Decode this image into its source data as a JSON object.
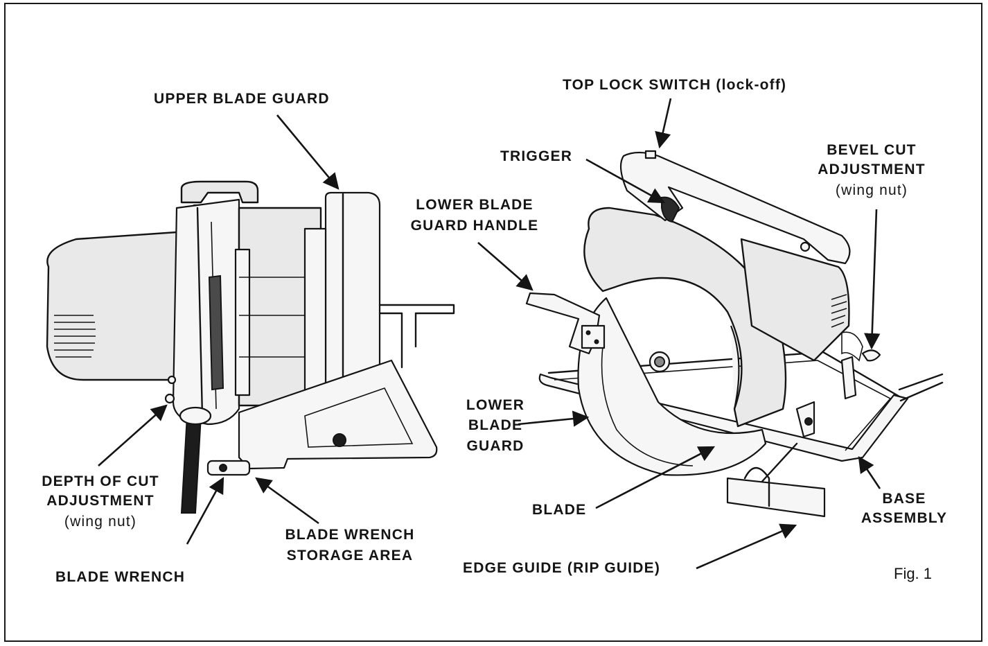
{
  "figure_label": "Fig. 1",
  "labels": {
    "upper_blade_guard": "UPPER BLADE GUARD",
    "top_lock_switch": "TOP LOCK SWITCH (lock-off)",
    "trigger": "TRIGGER",
    "bevel_cut_1": "BEVEL CUT",
    "bevel_cut_2": "ADJUSTMENT",
    "bevel_cut_3": "(wing nut)",
    "lower_guard_handle_1": "LOWER BLADE",
    "lower_guard_handle_2": "GUARD HANDLE",
    "lower_blade_guard_1": "LOWER",
    "lower_blade_guard_2": "BLADE",
    "lower_blade_guard_3": "GUARD",
    "depth_1": "DEPTH OF CUT",
    "depth_2": "ADJUSTMENT",
    "depth_3": "(wing nut)",
    "blade": "BLADE",
    "base_1": "BASE",
    "base_2": "ASSEMBLY",
    "wrench_storage_1": "BLADE WRENCH",
    "wrench_storage_2": "STORAGE AREA",
    "blade_wrench": "BLADE WRENCH",
    "edge_guide": "EDGE GUIDE (RIP GUIDE)"
  }
}
